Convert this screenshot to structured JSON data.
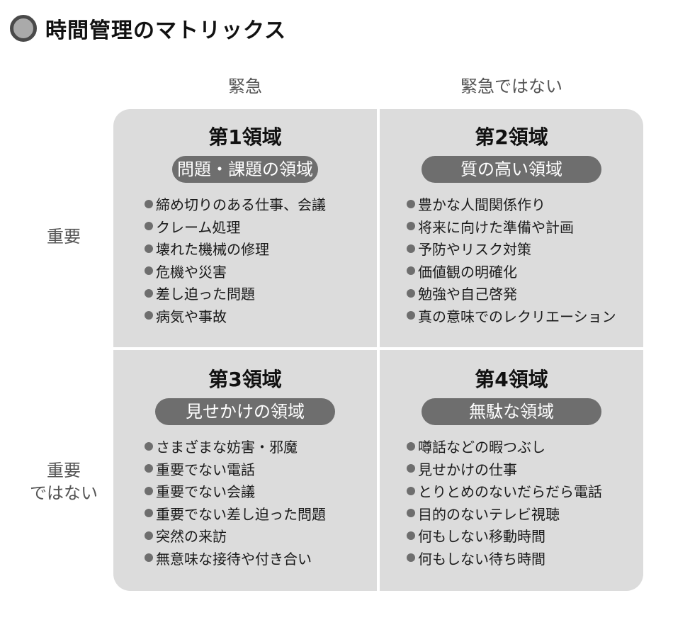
{
  "title": "時間管理のマトリックス",
  "columns": {
    "urgent": "緊急",
    "not_urgent": "緊急ではない"
  },
  "rows": {
    "important": "重要",
    "not_important_line1": "重要",
    "not_important_line2": "ではない"
  },
  "quadrants": [
    {
      "title": "第1領域",
      "tag": "問題・課題の領域",
      "items": [
        "締め切りのある仕事、会議",
        "クレーム処理",
        "壊れた機械の修理",
        "危機や災害",
        "差し迫った問題",
        "病気や事故"
      ]
    },
    {
      "title": "第2領域",
      "tag": "質の高い領域",
      "items": [
        "豊かな人間関係作り",
        "将来に向けた準備や計画",
        "予防やリスク対策",
        "価値観の明確化",
        "勉強や自己啓発",
        "真の意味でのレクリエーション"
      ]
    },
    {
      "title": "第3領域",
      "tag": "見せかけの領域",
      "items": [
        "さまざまな妨害・邪魔",
        "重要でない電話",
        "重要でない会議",
        "重要でない差し迫った問題",
        "突然の来訪",
        "無意味な接待や付き合い"
      ]
    },
    {
      "title": "第4領域",
      "tag": "無駄な領域",
      "items": [
        "噂話などの暇つぶし",
        "見せかけの仕事",
        "とりとめのないだらだら電話",
        "目的のないテレビ視聴",
        "何もしない移動時間",
        "何もしない待ち時間"
      ]
    }
  ],
  "colors": {
    "quadrant_bg": "#dcdcdc",
    "pill_bg": "#6e6e6e",
    "bullet": "#6e6e6e",
    "title_dot": "#aaaaaa",
    "title_dot_ring": "#4a4a4a"
  }
}
